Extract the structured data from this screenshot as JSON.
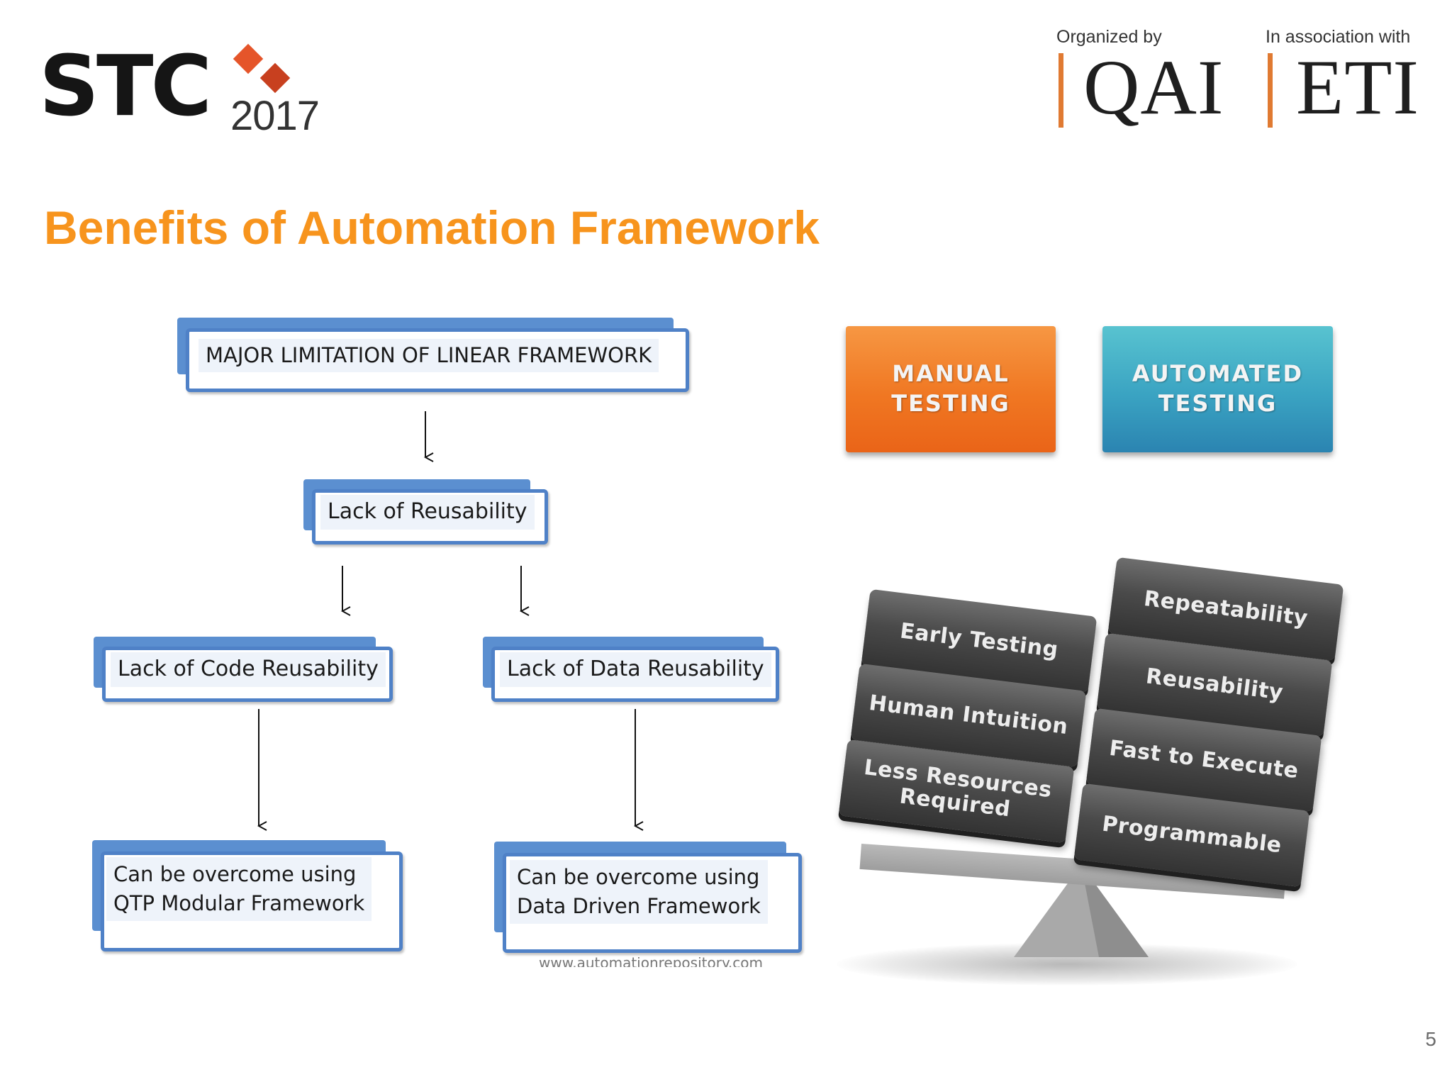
{
  "header": {
    "event_logo": {
      "name": "STC",
      "year": "2017"
    },
    "organizer_label": "Organized by",
    "organizer_name": "QAI",
    "association_label": "In association with",
    "association_name": "ETI"
  },
  "slide": {
    "title": "Benefits of Automation Framework",
    "page_number": "5"
  },
  "flowchart": {
    "root": "MAJOR LIMITATION OF LINEAR FRAMEWORK",
    "level2": "Lack of Reusability",
    "level3_left": "Lack of Code Reusability",
    "level3_right": "Lack of Data Reusability",
    "level4_left": [
      "Can be overcome using",
      "QTP Modular Framework"
    ],
    "level4_right": [
      "Can be overcome using",
      "Data Driven Framework"
    ],
    "watermark": "www.automationrepository.com"
  },
  "balance": {
    "manual_tile": [
      "MANUAL",
      "TESTING"
    ],
    "automated_tile": [
      "AUTOMATED",
      "TESTING"
    ],
    "manual_side": [
      "Early Testing",
      "Human Intuition",
      "Less Resources Required"
    ],
    "automated_side": [
      "Repeatability",
      "Reusability",
      "Fast to Execute",
      "Programmable"
    ],
    "colors": {
      "manual": "#f07722",
      "automated": "#3aa3c2",
      "block": "#4a4a4a",
      "title": "#f7941d",
      "box_border": "#4f81c7"
    }
  }
}
